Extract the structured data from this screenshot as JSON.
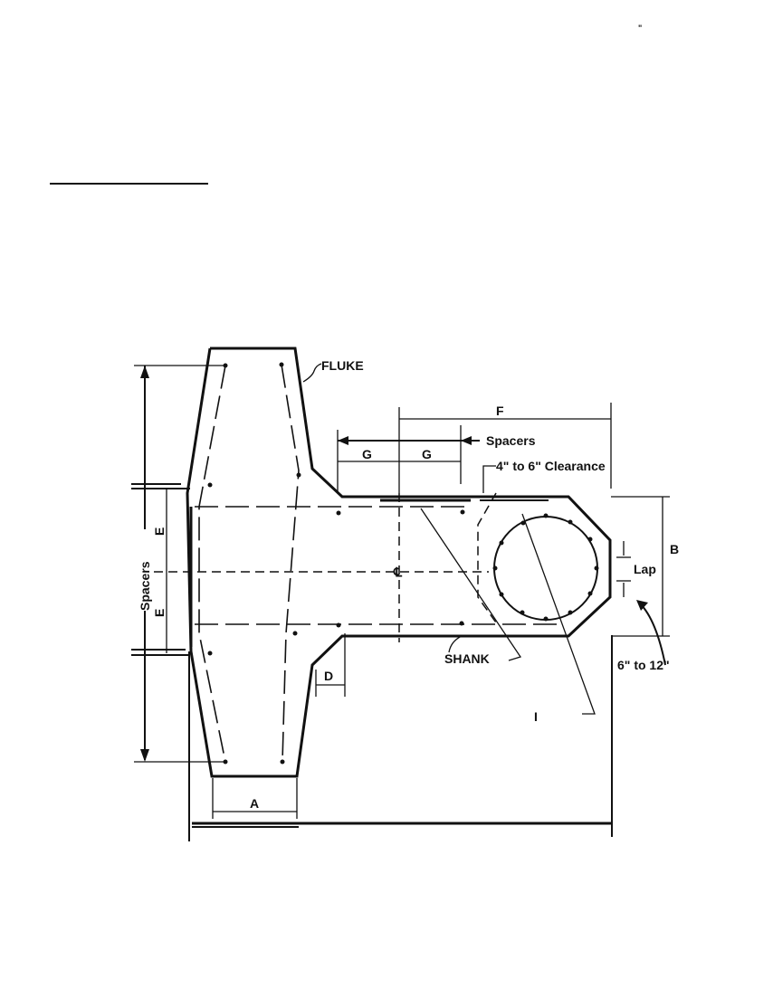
{
  "diagram": {
    "labels": {
      "fluke": "FLUKE",
      "shank": "SHANK",
      "f": "F",
      "g1": "G",
      "g2": "G",
      "spacers_top": "Spacers",
      "clearance": "4\" to 6\" Clearance",
      "b": "B",
      "lap": "Lap",
      "lap_range": "6\" to 12\"",
      "e1": "E",
      "e2": "E",
      "spacers_left": "Spacers",
      "d": "D",
      "a": "A",
      "centerline": "℄",
      "i": "I"
    },
    "colors": {
      "ink": "#111111",
      "paper": "#ffffff"
    }
  }
}
